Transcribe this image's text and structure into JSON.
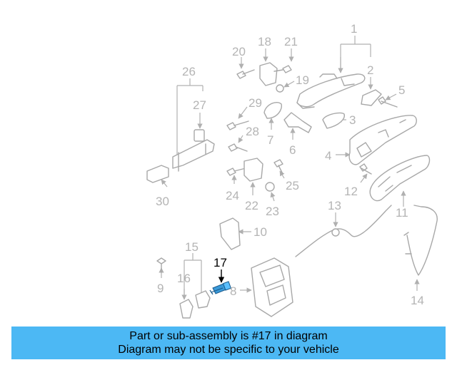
{
  "diagram": {
    "highlighted_part": "17",
    "highlight_color": "#3a9ad9",
    "part_labels": [
      "1",
      "2",
      "3",
      "4",
      "5",
      "6",
      "7",
      "8",
      "9",
      "10",
      "11",
      "12",
      "13",
      "14",
      "15",
      "16",
      "17",
      "18",
      "19",
      "20",
      "21",
      "22",
      "23",
      "24",
      "25",
      "26",
      "27",
      "28",
      "29",
      "30"
    ]
  },
  "banner": {
    "line1": "Part or sub-assembly is #17 in diagram",
    "line2": "Diagram may not be specific to your vehicle",
    "background": "#4cb8f4"
  }
}
